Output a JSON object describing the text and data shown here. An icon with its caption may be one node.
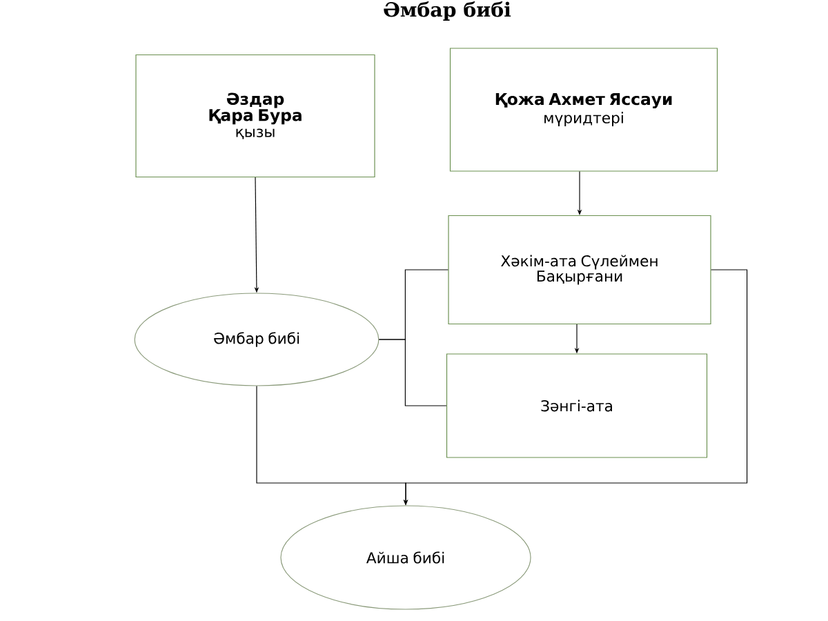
{
  "diagram": {
    "title": "Әмбар бибі",
    "nodes": [
      {
        "text": [
          "Әздар Қара Бура",
          "қызы"
        ]
      },
      {
        "text": [
          "Қожа Ахмет Яссауи",
          "мүридтері"
        ]
      },
      {
        "text": [
          "Хәкім-ата Сүлеймен Бақырғани"
        ]
      },
      {
        "text": [
          "Әмбар бибі"
        ]
      },
      {
        "text": [
          "Зәнгі-ата"
        ]
      },
      {
        "text": [
          "Айша бибі"
        ]
      }
    ],
    "edges": [
      {
        "from": 0,
        "to": 3,
        "arrow": "to"
      },
      {
        "from": 1,
        "to": 2,
        "arrow": "to"
      },
      {
        "from": 2,
        "to": 4,
        "arrow": "to"
      },
      {
        "from": 3,
        "to": 2,
        "arrow": "none"
      },
      {
        "from": 3,
        "to": 4,
        "arrow": "none"
      },
      {
        "from": 3,
        "to": 5,
        "arrow": "to"
      },
      {
        "from": 2,
        "to": 5,
        "arrow": "to"
      }
    ]
  }
}
